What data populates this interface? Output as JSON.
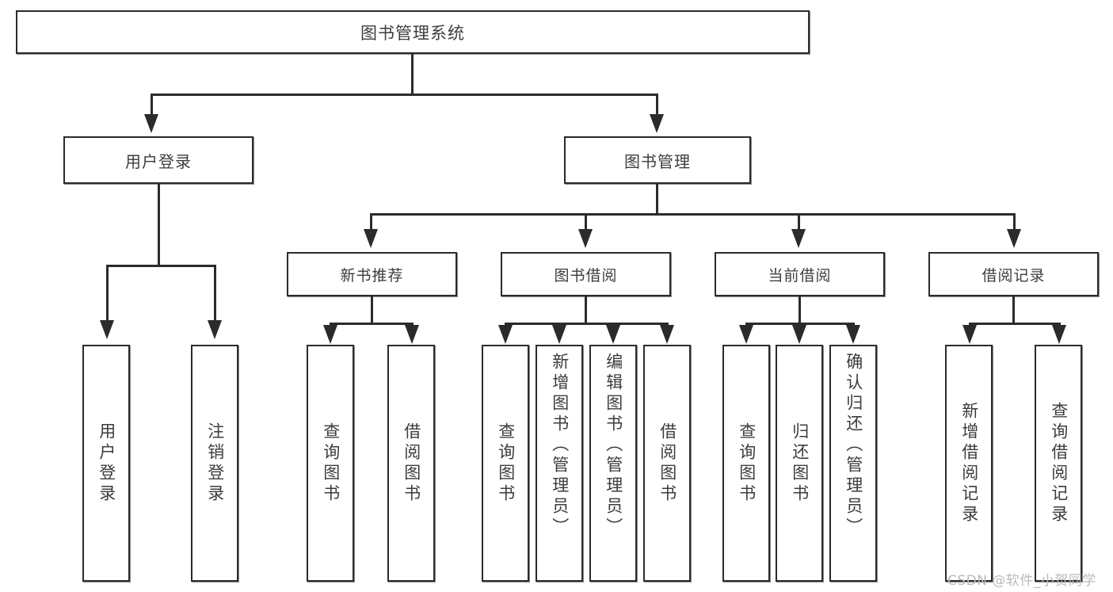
{
  "diagram": {
    "title": "图书管理系统",
    "type": "hierarchy-tree",
    "watermark": "CSDN @软件_小贺同学",
    "colors": {
      "stroke": "#2b2b2b",
      "text": "#3c3c3c",
      "background": "#ffffff",
      "shadow": "#8a8a8a",
      "watermark": "#b9b9b9"
    },
    "nodes": {
      "root": "图书管理系统",
      "level2": {
        "user_login": "用户登录",
        "book_manage": "图书管理"
      },
      "level3": {
        "new_book": "新书推荐",
        "borrow": "图书借阅",
        "current": "当前借阅",
        "records": "借阅记录"
      },
      "leaves": {
        "login_1": "用户登录",
        "login_2": "注销登录",
        "new_1": "查询图书",
        "new_2": "借阅图书",
        "borrow_1": "查询图书",
        "borrow_2": "新增图书（管理员）",
        "borrow_3": "编辑图书（管理员）",
        "borrow_4": "借阅图书",
        "cur_1": "查询图书",
        "cur_2": "归还图书",
        "cur_3": "确认归还（管理员）",
        "rec_1": "新增借阅记录",
        "rec_2": "查询借阅记录"
      }
    }
  }
}
